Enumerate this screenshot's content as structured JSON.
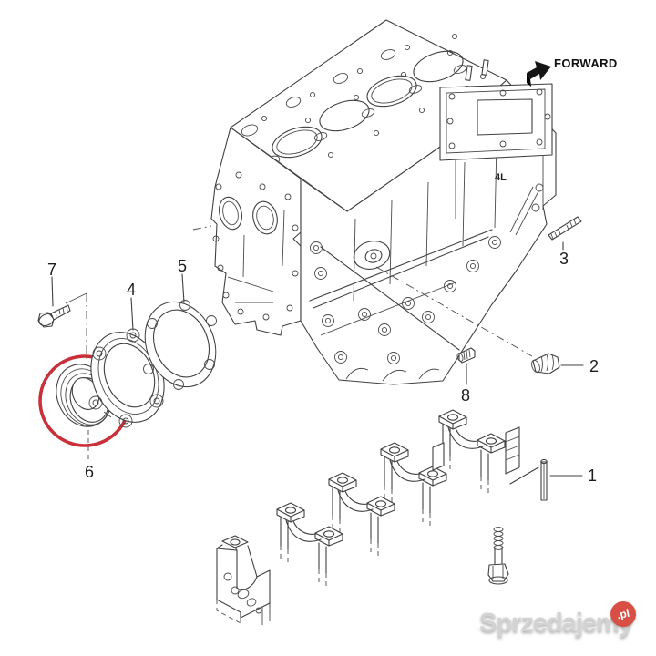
{
  "diagram": {
    "forward_label": "FORWARD",
    "engine_marking": "4L",
    "callouts": {
      "c1": "1",
      "c2": "2",
      "c3": "3",
      "c4": "4",
      "c5": "5",
      "c6": "6",
      "c7": "7",
      "c8": "8"
    },
    "colors": {
      "line": "#404040",
      "highlight_circle": "#c9303a"
    }
  },
  "watermark": {
    "name": "Sprzedajemy",
    "tld": ".pl",
    "badge_color": "#d85045"
  }
}
